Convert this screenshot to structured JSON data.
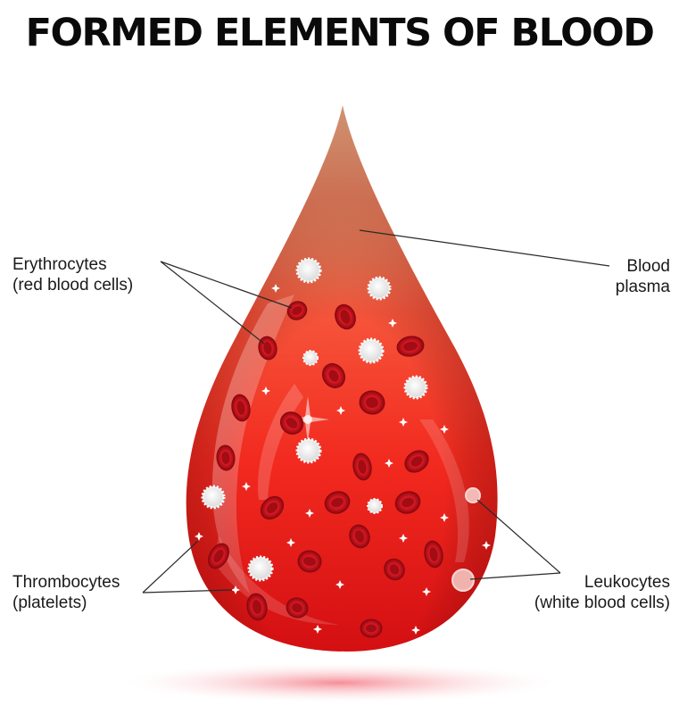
{
  "title": "FORMED ELEMENTS OF BLOOD",
  "labels": {
    "erythrocytes": {
      "line1": "Erythrocytes",
      "line2": "(red blood cells)"
    },
    "plasma": {
      "line1": "Blood",
      "line2": "plasma"
    },
    "thrombocytes": {
      "line1": "Thrombocytes",
      "line2": "(platelets)"
    },
    "leukocytes": {
      "line1": "Leukocytes",
      "line2": "(white blood cells)"
    }
  },
  "colors": {
    "drop_top": "#f9d9a0",
    "drop_mid": "#f75a35",
    "drop_bottom": "#e01414",
    "red_cell": "#c8101a",
    "white_cell": "#f2f2f2",
    "shadow": "#f7a3a8"
  },
  "icons": [
    "blood-drop",
    "red-blood-cell",
    "white-blood-cell",
    "platelet"
  ]
}
